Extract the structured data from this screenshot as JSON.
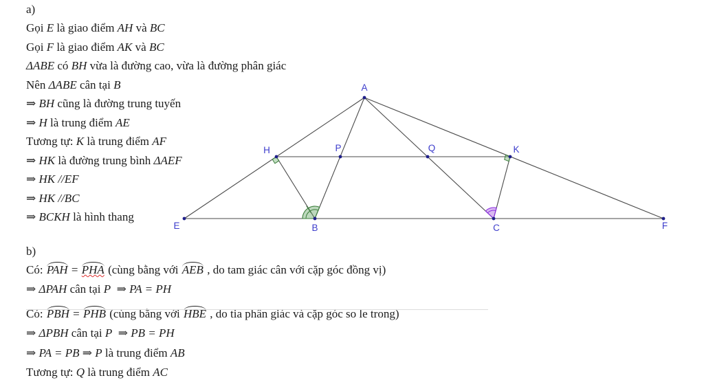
{
  "section_a": {
    "label": "a)",
    "lines": [
      [
        {
          "t": "Gọi "
        },
        {
          "t": "E",
          "s": "var"
        },
        {
          "t": " là giao điểm "
        },
        {
          "t": "AH",
          "s": "var"
        },
        {
          "t": " và "
        },
        {
          "t": "BC",
          "s": "var"
        }
      ],
      [
        {
          "t": "Gọi "
        },
        {
          "t": "F",
          "s": "var"
        },
        {
          "t": " là giao điểm "
        },
        {
          "t": "AK",
          "s": "var"
        },
        {
          "t": " và "
        },
        {
          "t": "BC",
          "s": "var"
        }
      ],
      [
        {
          "t": "ΔABE",
          "s": "var"
        },
        {
          "t": " có "
        },
        {
          "t": "BH",
          "s": "var"
        },
        {
          "t": " vừa là đường cao, vừa là đường phân giác"
        }
      ],
      [
        {
          "t": "Nên "
        },
        {
          "t": "ΔABE",
          "s": "var"
        },
        {
          "t": " cân tại "
        },
        {
          "t": "B",
          "s": "var"
        }
      ],
      [
        {
          "t": "⇒ "
        },
        {
          "t": "BH",
          "s": "var"
        },
        {
          "t": " cũng là đường trung tuyến"
        }
      ],
      [
        {
          "t": "⇒ "
        },
        {
          "t": "H",
          "s": "var"
        },
        {
          "t": " là trung điểm "
        },
        {
          "t": "AE",
          "s": "var"
        }
      ],
      [
        {
          "t": "Tương tự: "
        },
        {
          "t": "K",
          "s": "var"
        },
        {
          "t": " là trung điểm "
        },
        {
          "t": "AF",
          "s": "var"
        }
      ],
      [
        {
          "t": "⇒ "
        },
        {
          "t": "HK",
          "s": "var"
        },
        {
          "t": " là đường trung bình "
        },
        {
          "t": "ΔAEF",
          "s": "var"
        }
      ],
      [
        {
          "t": "⇒ "
        },
        {
          "t": "HK //EF",
          "s": "var"
        }
      ],
      [
        {
          "t": "⇒ "
        },
        {
          "t": "HK //BC",
          "s": "var"
        }
      ],
      [
        {
          "t": "⇒ "
        },
        {
          "t": "BCKH",
          "s": "var"
        },
        {
          "t": " là hình thang"
        }
      ]
    ]
  },
  "section_b": {
    "label": "b)",
    "lines": [
      [
        {
          "t": "Có: "
        },
        {
          "t": "PAH",
          "s": "var hat"
        },
        {
          "t": " = "
        },
        {
          "t": "PHA",
          "s": "var hat sq"
        },
        {
          "t": " (cùng bằng với "
        },
        {
          "t": "AEB",
          "s": "var hat"
        },
        {
          "t": " , do tam giác cân với cặp góc đồng vị)"
        }
      ],
      [
        {
          "t": "⇒ "
        },
        {
          "t": "ΔPAH",
          "s": "var"
        },
        {
          "t": " cân tại "
        },
        {
          "t": "P",
          "s": "var"
        },
        {
          "t": "  ⇒ "
        },
        {
          "t": "PA = PH",
          "s": "var"
        }
      ],
      [
        {
          "t": "Có: "
        },
        {
          "t": "PBH",
          "s": "var hat"
        },
        {
          "t": " = "
        },
        {
          "t": "PHB",
          "s": "var hat"
        },
        {
          "t": " (cùng bằng với "
        },
        {
          "t": "HBE",
          "s": "var hat"
        },
        {
          "t": " , do tia phân giác và cặp góc so le trong)"
        }
      ],
      [
        {
          "t": "⇒ "
        },
        {
          "t": "ΔPBH",
          "s": "var"
        },
        {
          "t": " cân tại "
        },
        {
          "t": "P",
          "s": "var"
        },
        {
          "t": "  ⇒ "
        },
        {
          "t": "PB = PH",
          "s": "var"
        }
      ],
      [
        {
          "t": "⇒ "
        },
        {
          "t": "PA = PB",
          "s": "var"
        },
        {
          "t": " ⇒ "
        },
        {
          "t": "P",
          "s": "var"
        },
        {
          "t": " là trung điểm "
        },
        {
          "t": "AB",
          "s": "var"
        }
      ],
      [
        {
          "t": "Tương tự: "
        },
        {
          "t": "Q",
          "s": "var"
        },
        {
          "t": " là trung điểm "
        },
        {
          "t": "AC",
          "s": "var"
        }
      ]
    ]
  },
  "diagram": {
    "labels": {
      "A": "A",
      "B": "B",
      "C": "C",
      "E": "E",
      "F": "F",
      "H": "H",
      "K": "K",
      "P": "P",
      "Q": "Q"
    },
    "colors": {
      "point": "#20208a",
      "label": "#3d3dcc",
      "line": "#4a4a4a",
      "angle_b": "#3a7d3a",
      "angle_c": "#8a2be2"
    }
  }
}
